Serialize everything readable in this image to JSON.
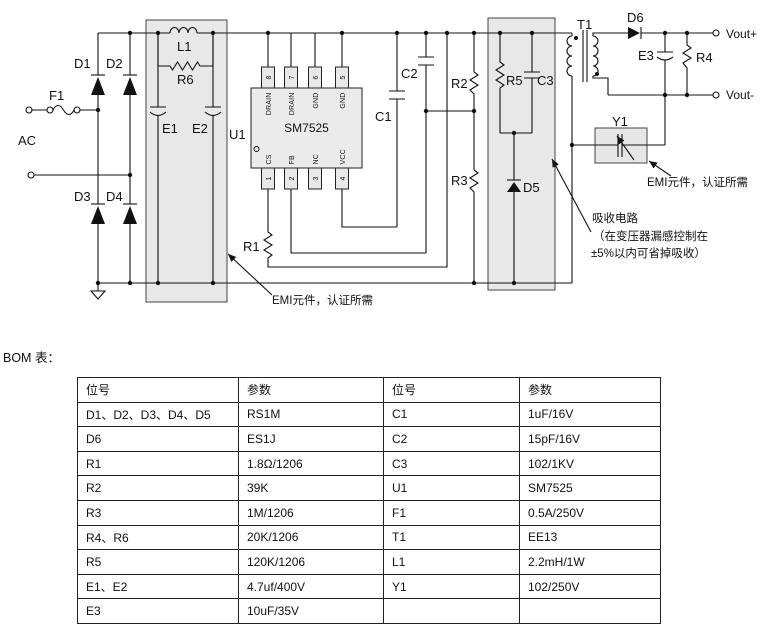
{
  "schematic": {
    "labels": {
      "ac": "AC",
      "f1": "F1",
      "d1": "D1",
      "d2": "D2",
      "d3": "D3",
      "d4": "D4",
      "d5": "D5",
      "d6": "D6",
      "l1": "L1",
      "r6": "R6",
      "e1": "E1",
      "e2": "E2",
      "e3": "E3",
      "u1": "U1",
      "t1": "T1",
      "y1": "Y1",
      "r1": "R1",
      "r2": "R2",
      "r3": "R3",
      "r4": "R4",
      "r5": "R5",
      "c1": "C1",
      "c2": "C2",
      "c3": "C3",
      "vout_plus": "Vout+",
      "vout_minus": "Vout-"
    },
    "ic": {
      "part": "SM7525",
      "top_pins": [
        {
          "num": "8",
          "name": "DRAIN"
        },
        {
          "num": "7",
          "name": "DRAIN"
        },
        {
          "num": "6",
          "name": "GND"
        },
        {
          "num": "5",
          "name": "GND"
        }
      ],
      "bottom_pins": [
        {
          "num": "1",
          "name": "CS"
        },
        {
          "num": "2",
          "name": "FB"
        },
        {
          "num": "3",
          "name": "NC"
        },
        {
          "num": "4",
          "name": "VCC"
        }
      ]
    },
    "annotations": {
      "emi_left": "EMI元件，认证所需",
      "emi_right": "EMI元件，认证所需",
      "snubber_line1": "吸收电路",
      "snubber_line2": "（在变压器漏感控制在",
      "snubber_line3": "±5%以内可省掉吸收）"
    }
  },
  "bom": {
    "heading": "BOM 表：",
    "headers": [
      "位号",
      "参数",
      "位号",
      "参数"
    ],
    "rows": [
      {
        "c1": "D1、D2、D3、D4、D5",
        "c2": "RS1M",
        "c3": "C1",
        "c4": "1uF/16V"
      },
      {
        "c1": "D6",
        "c2": "ES1J",
        "c3": "C2",
        "c4": "15pF/16V"
      },
      {
        "c1": "R1",
        "c2": "1.8Ω/1206",
        "c3": "C3",
        "c4": "102/1KV"
      },
      {
        "c1": "R2",
        "c2": "39K",
        "c3": "U1",
        "c4": "SM7525"
      },
      {
        "c1": "R3",
        "c2": "1M/1206",
        "c3": "F1",
        "c4": "0.5A/250V"
      },
      {
        "c1": "R4、R6",
        "c2": "20K/1206",
        "c3": "T1",
        "c4": "EE13"
      },
      {
        "c1": "R5",
        "c2": "120K/1206",
        "c3": "L1",
        "c4": "2.2mH/1W"
      },
      {
        "c1": "E1、E2",
        "c2": "4.7uf/400V",
        "c3": "Y1",
        "c4": "102/250V"
      },
      {
        "c1": "E3",
        "c2": "10uF/35V",
        "c3": "",
        "c4": ""
      }
    ]
  },
  "colors": {
    "wire": "#111111",
    "block_fill": "#e8e8e8",
    "ic_fill": "#ebebeb"
  }
}
